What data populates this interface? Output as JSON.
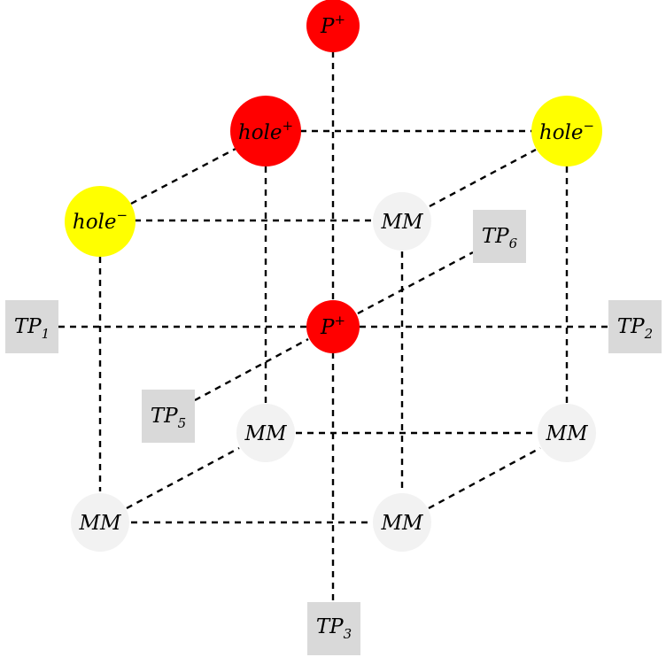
{
  "colors": {
    "charge_positive": "#ff0000",
    "charge_negative": "#ffff00",
    "neutral": "#f2f2f2",
    "terminal": "#d9d9d9",
    "edge": "#000000"
  },
  "nodes": {
    "p_top": {
      "base": "P",
      "sup": "+",
      "sub": ""
    },
    "p_center": {
      "base": "P",
      "sup": "+",
      "sub": ""
    },
    "hole_plus": {
      "base": "hole",
      "sup": "+",
      "sub": ""
    },
    "hole_minus_right": {
      "base": "hole",
      "sup": "−",
      "sub": ""
    },
    "hole_minus_left": {
      "base": "hole",
      "sup": "−",
      "sub": ""
    },
    "mm_back_top": {
      "base": "MM",
      "sup": "",
      "sub": ""
    },
    "mm_mid_left": {
      "base": "MM",
      "sup": "",
      "sub": ""
    },
    "mm_mid_right": {
      "base": "MM",
      "sup": "",
      "sub": ""
    },
    "mm_bottom_left": {
      "base": "MM",
      "sup": "",
      "sub": ""
    },
    "mm_bottom_right": {
      "base": "MM",
      "sup": "",
      "sub": ""
    }
  },
  "terminals": {
    "tp1": {
      "base": "TP",
      "sub": "1"
    },
    "tp2": {
      "base": "TP",
      "sub": "2"
    },
    "tp3": {
      "base": "TP",
      "sub": "3"
    },
    "tp5": {
      "base": "TP",
      "sub": "5"
    },
    "tp6": {
      "base": "TP",
      "sub": "6"
    }
  }
}
